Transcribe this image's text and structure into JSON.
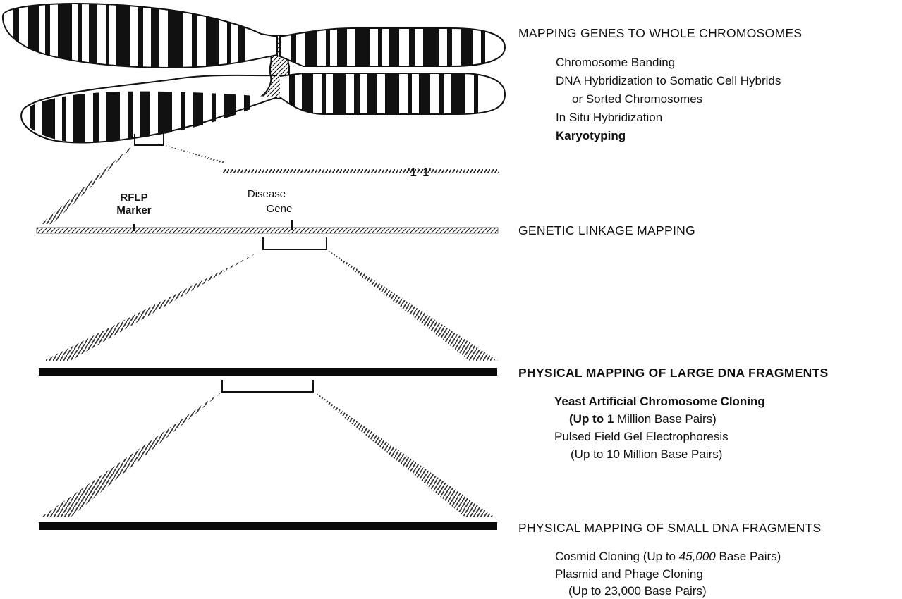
{
  "sections": {
    "whole_chromosomes": {
      "heading": "MAPPING GENES TO WHOLE CHROMOSOMES",
      "items": [
        "Chromosome Banding",
        "DNA Hybridization to Somatic Cell Hybrids",
        "or Sorted Chromosomes",
        "In Situ Hybridization",
        "Karyotyping"
      ]
    },
    "genetic_linkage": {
      "heading": "GENETIC LINKAGE MAPPING"
    },
    "large_fragments": {
      "heading": "PHYSICAL MAPPING OF LARGE DNA FRAGMENTS",
      "items": [
        "Yeast Artificial Chromosome Cloning",
        "(Up to 1",
        "Million Base Pairs)",
        "Pulsed Field Gel Electrophoresis",
        "(Up to 10 Million Base Pairs)"
      ]
    },
    "small_fragments": {
      "heading": "PHYSICAL MAPPING OF SMALL DNA FRAGMENTS",
      "items": [
        "Cosmid Cloning (Up to",
        "45,000",
        "Base Pairs)",
        "Plasmid and Phage Cloning",
        "(Up to 23,000 Base Pairs)"
      ]
    }
  },
  "diagram_labels": {
    "rflp_line1": "RFLP",
    "rflp_line2": "Marker",
    "disease_line1": "Disease",
    "disease_line2": "Gene",
    "stray_text": "'1' 1'"
  }
}
